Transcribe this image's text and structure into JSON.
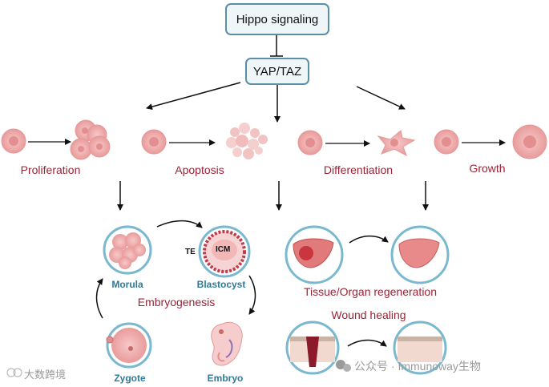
{
  "nodes": {
    "hippo": "Hippo signaling",
    "yap": "YAP/TAZ"
  },
  "outcomes": {
    "proliferation": "Proliferation",
    "apoptosis": "Apoptosis",
    "differentiation": "Differentiation",
    "growth": "Growth"
  },
  "embryo": {
    "title": "Embryogenesis",
    "morula": "Morula",
    "blastocyst": "Blastocyst",
    "zygote": "Zygote",
    "embryo": "Embryo",
    "te": "TE",
    "icm": "ICM"
  },
  "regen": {
    "tissue": "Tissue/Organ regeneration",
    "wound": "Wound healing"
  },
  "watermark": {
    "left": "大数跨境",
    "right": "公众号 · Immunoway生物"
  },
  "colors": {
    "label": "#9b2335",
    "stage": "#2f7a97",
    "cell": "#f4b8b8",
    "box_border": "#5b8fa6"
  }
}
